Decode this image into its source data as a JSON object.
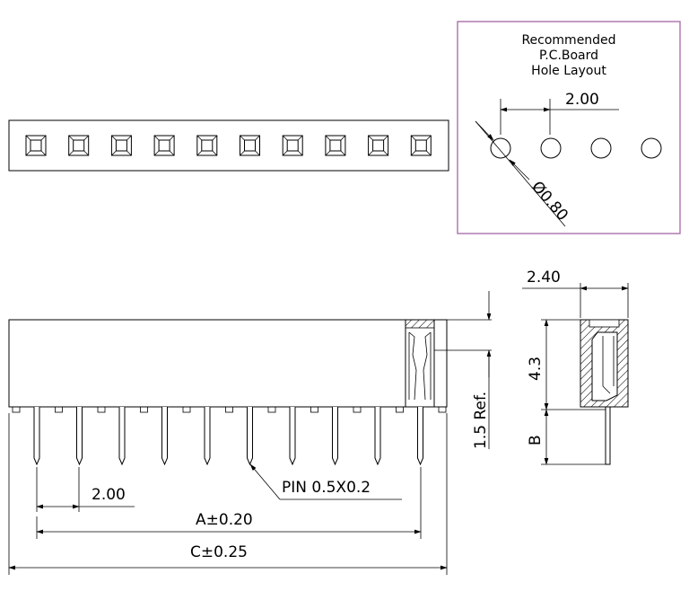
{
  "hole_layout": {
    "title_lines": [
      "Recommended",
      "P.C.Board",
      "Hole Layout"
    ],
    "pitch_label": "2.00",
    "hole_diameter_label": "Ø0.80",
    "hole_count": 4
  },
  "top_view": {
    "contact_count": 10
  },
  "front_view": {
    "pin_count": 10,
    "pitch_label": "2.00",
    "pin_label": "PIN 0.5X0.2",
    "dim_a_label": "A±0.20",
    "dim_c_label": "C±0.25",
    "height_ref_label": "1.5 Ref."
  },
  "side_view": {
    "width_label": "2.40",
    "height_label": "4.3",
    "pin_length_label": "B"
  },
  "colors": {
    "line": "#000000",
    "frame": "#b07ab0",
    "hatch": "#000000"
  }
}
